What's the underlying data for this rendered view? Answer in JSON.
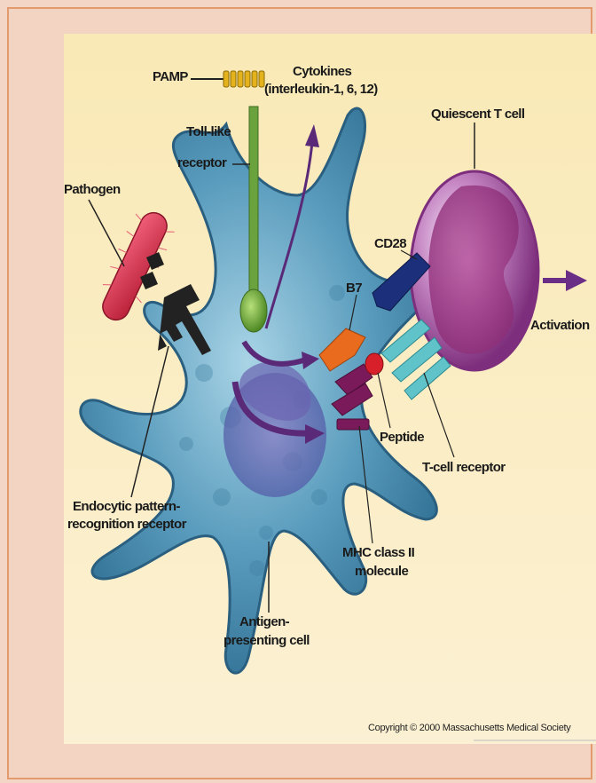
{
  "labels": {
    "pamp": "PAMP",
    "cytokines_line1": "Cytokines",
    "cytokines_line2": "(interleukin-1, 6, 12)",
    "toll_line1": "Toll-like",
    "toll_line2": "receptor",
    "quiescent": "Quiescent T cell",
    "pathogen": "Pathogen",
    "cd28": "CD28",
    "b7": "B7",
    "activation": "Activation",
    "peptide": "Peptide",
    "tcell_receptor": "T-cell receptor",
    "endocytic_line1": "Endocytic pattern-",
    "endocytic_line2": "recognition receptor",
    "mhc_line1": "MHC class II",
    "mhc_line2": "molecule",
    "apc_line1": "Antigen-",
    "apc_line2": "presenting cell",
    "copyright": "Copyright © 2000 Massachusetts Medical Society"
  },
  "colors": {
    "background": "#f3d6c6",
    "border": "#e39a6c",
    "panel": "#f9e9b6",
    "apc": "#4f8fb0",
    "tcell": "#a5559c",
    "tlr": "#6aa33d",
    "cytokine_arrow": "#5a2a78",
    "b7": "#e86b1e",
    "cd28": "#1c2f7a",
    "mhc": "#7a1a5a",
    "tcr": "#5fc3c9",
    "pathogen": "#d8304a",
    "activation_arrow": "#6a2e86"
  }
}
